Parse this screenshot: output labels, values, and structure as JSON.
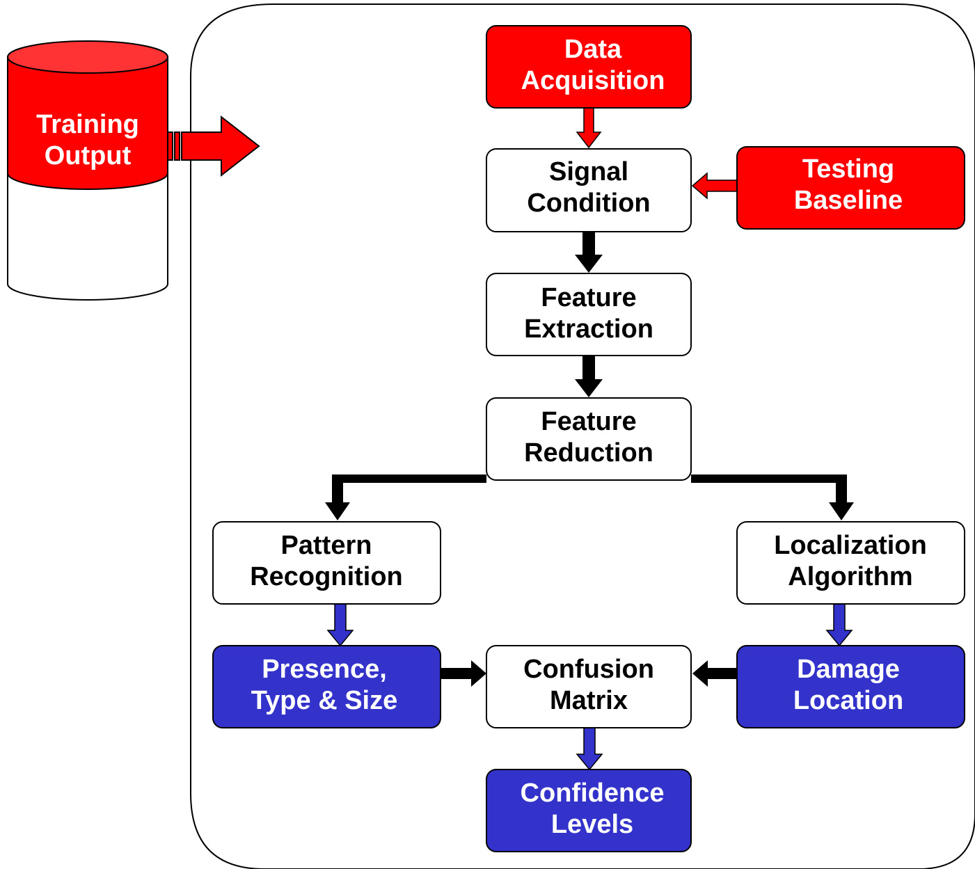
{
  "colors": {
    "red": "#ff0000",
    "blue": "#3333cc",
    "black": "#000000",
    "white": "#ffffff",
    "cylinder_top": "#ff3333"
  },
  "database": {
    "line1": "Training",
    "line2": "Output"
  },
  "boxes": {
    "data_acquisition": {
      "line1": "Data",
      "line2": "Acquisition"
    },
    "signal_condition": {
      "line1": "Signal",
      "line2": "Condition"
    },
    "testing_baseline": {
      "line1": "Testing",
      "line2": "Baseline"
    },
    "feature_extraction": {
      "line1": "Feature",
      "line2": "Extraction"
    },
    "feature_reduction": {
      "line1": "Feature",
      "line2": "Reduction"
    },
    "pattern_recognition": {
      "line1": "Pattern",
      "line2": "Recognition"
    },
    "localization_algorithm": {
      "line1": "Localization",
      "line2": "Algorithm"
    },
    "presence_type_size": {
      "line1": "Presence,",
      "line2": "Type & Size"
    },
    "confusion_matrix": {
      "line1": "Confusion",
      "line2": "Matrix"
    },
    "damage_location": {
      "line1": "Damage",
      "line2": "Location"
    },
    "confidence_levels": {
      "line1": "Confidence",
      "line2": "Levels"
    }
  }
}
